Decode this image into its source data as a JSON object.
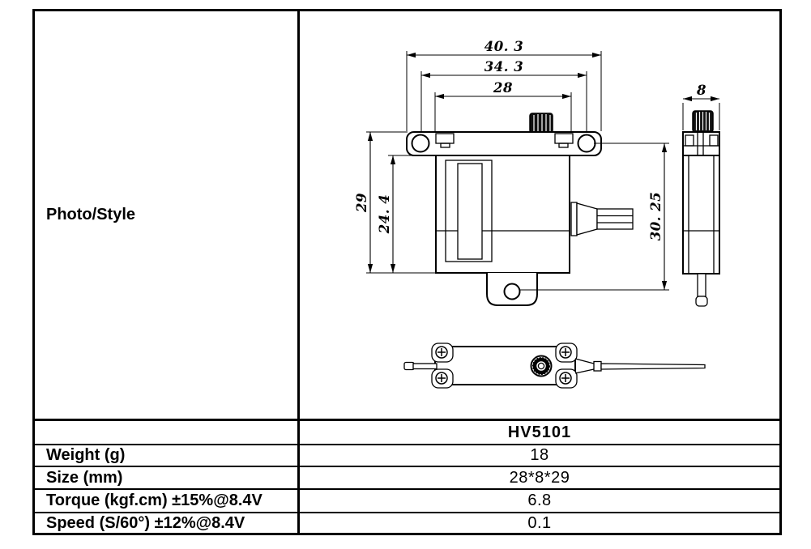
{
  "colors": {
    "line": "#000000",
    "background": "#ffffff"
  },
  "photo_section": {
    "label": "Photo/Style"
  },
  "model_row": {
    "model": "HV5101"
  },
  "spec_rows": [
    {
      "label": "Weight (g)",
      "value": "18"
    },
    {
      "label": "Size (mm)",
      "value": "28*8*29"
    },
    {
      "label": "Torque (kgf.cm) ±15%@8.4V",
      "value": "6.8"
    },
    {
      "label": "Speed (S/60°) ±12%@8.4V",
      "value": "0.1"
    }
  ],
  "drawing": {
    "front_view": {
      "dim_overall_width": "40. 3",
      "dim_mount_hole_span": "34. 3",
      "dim_body_width": "28",
      "dim_overall_height": "29",
      "dim_body_height": "24. 4",
      "dim_case_to_tab": "30. 25"
    },
    "side_view": {
      "dim_thickness": "8"
    }
  }
}
